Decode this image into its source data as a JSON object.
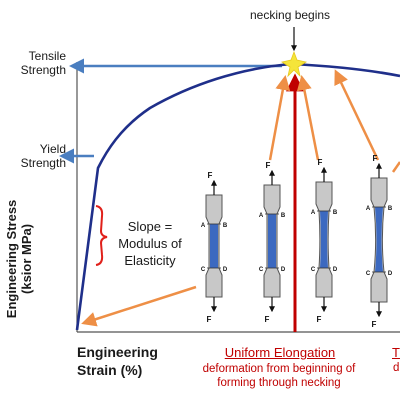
{
  "callout": {
    "necking": "necking begins"
  },
  "y_levels": {
    "tensile": "Tensile\nStrength",
    "yield": "Yield\nStrength"
  },
  "slope_note": "Slope =\nModulus of\nElasticity",
  "axes": {
    "y_title": "Engineering Stress\n(ksior MPa)",
    "x_title": "Engineering\nStrain (%)"
  },
  "region": {
    "title": "Uniform Elongation",
    "caption": "deformation from beginning of\nforming through necking",
    "clipped_title": "T",
    "clipped_caption": "d"
  },
  "specimen_labels": {
    "force": "F",
    "a": "A",
    "b": "B",
    "c": "C",
    "d": "D"
  },
  "colors": {
    "curve": "#1f2f8a",
    "arrow_blue": "#4a7ec0",
    "arrow_orange": "#ee8f46",
    "vline_red": "#c00000",
    "brace_red": "#e0201a",
    "specimen_gray": "#c8c8c8",
    "specimen_blue": "#3c69c0",
    "star": "#f5e53a"
  }
}
